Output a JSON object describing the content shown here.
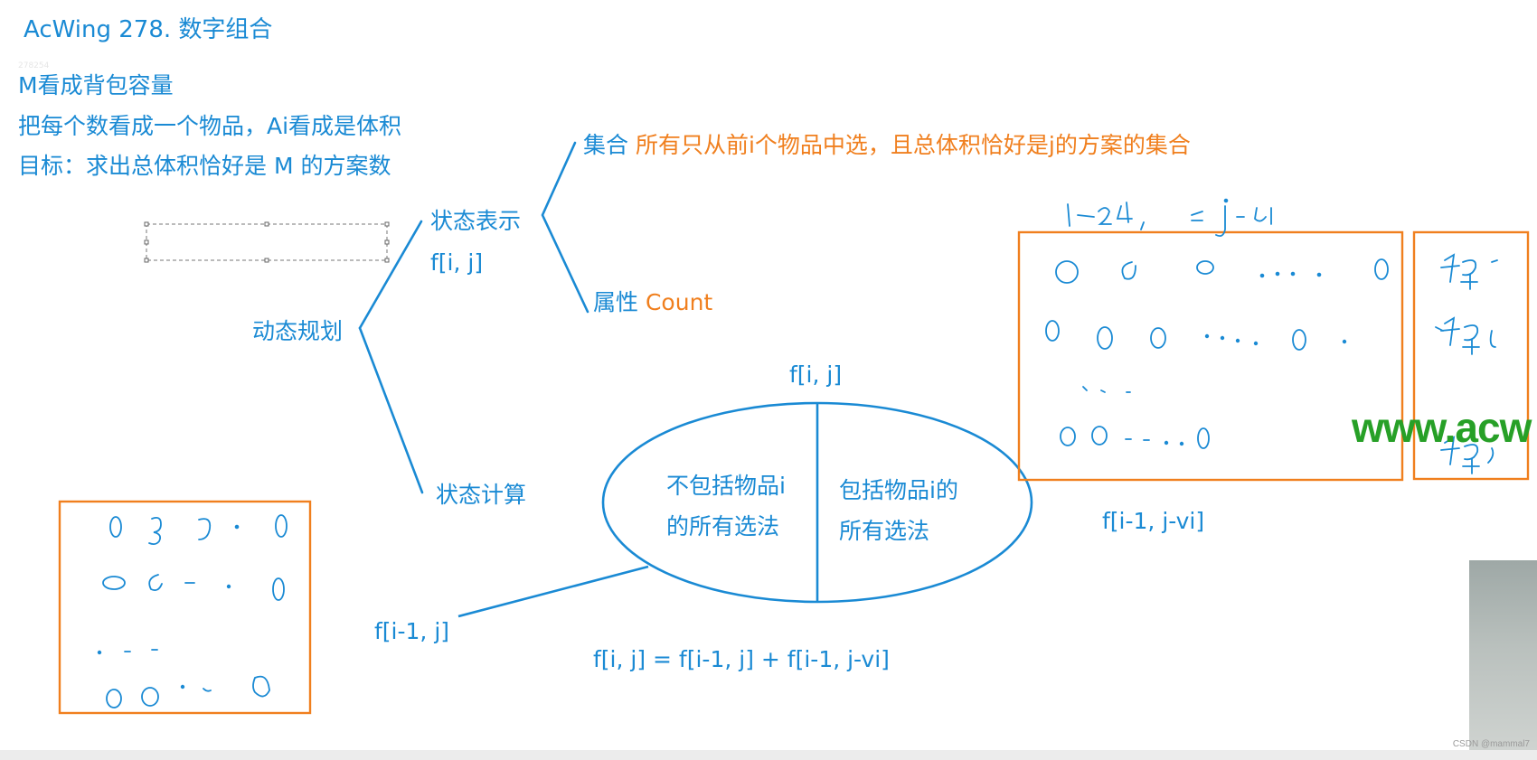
{
  "title": "AcWing 278. 数字组合",
  "faint_label": "278254",
  "intro": [
    "M看成背包容量",
    "把每个数看成一个物品，Ai看成是体积",
    "目标：求出总体积恰好是 M 的方案数"
  ],
  "dp": {
    "root": "动态规划",
    "state_repr": "状态表示",
    "state_repr_sub": "f[i, j]",
    "set_label": "集合",
    "set_desc": "所有只从前i个物品中选，且总体积恰好是j的方案的集合",
    "attr_label": "属性",
    "attr_value": "Count",
    "state_calc": "状态计算"
  },
  "ellipse": {
    "top": "f[i, j]",
    "left_line1": "不包括物品i",
    "left_line2": "的所有选法",
    "right_line1": "包括物品i的",
    "right_line2": "所有选法",
    "left_ref": "f[i-1, j]",
    "right_ref": "f[i-1, j-vi]",
    "equation": "f[i, j] = f[i-1, j] + f[i-1, j-vi]"
  },
  "watermark": "www.acw",
  "credit": "CSDN @mammal7",
  "colors": {
    "blue": "#1a8ad4",
    "orange": "#f07f1e",
    "watermark": "#27a027"
  }
}
